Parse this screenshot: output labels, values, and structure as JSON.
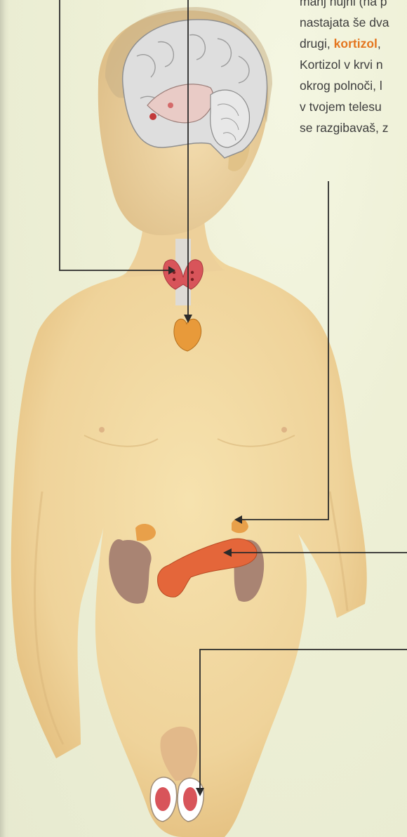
{
  "text_lines": {
    "l1": "manj nujni (na p",
    "l2": "nastajata še dva",
    "l3_before": "drugi, ",
    "l3_highlight": "kortizol",
    "l3_after": ",",
    "l4": "Kortizol v krvi n",
    "l5": "okrog polnoči, l",
    "l6": "v tvojem telesu",
    "l7": "se razgibavaš, z"
  },
  "colors": {
    "page": "#eef0d6",
    "body_text": "#3d3d3d",
    "highlight": "#e4761f",
    "leader_line": "#2a2a2a",
    "skin": "#f0d7a3",
    "thyroid": "#d8545a",
    "thymus": "#e89a3a",
    "kidney": "#a98473",
    "adrenal": "#e8a04a",
    "pancreas": "#e4663a",
    "testis": "#d8545a",
    "brain": "#dcdcdc"
  },
  "illustration": {
    "organs": [
      "brain-icon",
      "pituitary-icon",
      "thyroid-icon",
      "thymus-icon",
      "adrenal-gland-icon",
      "kidney-icon",
      "pancreas-icon",
      "testis-icon"
    ]
  }
}
